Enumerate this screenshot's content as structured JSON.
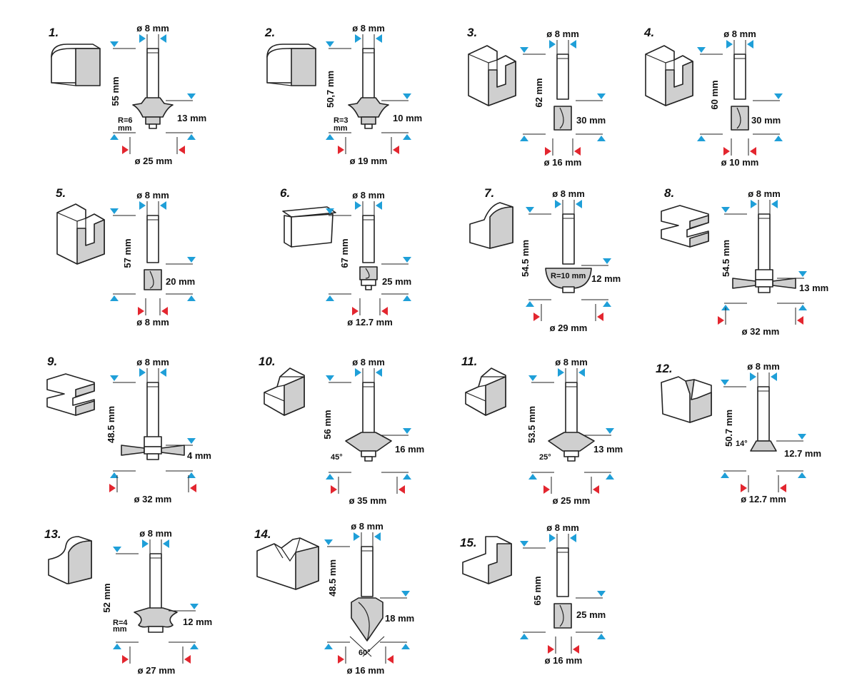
{
  "colors": {
    "blue_arrow": "#1f9fd8",
    "red_arrow": "#e3262f",
    "steel": "#cfcfcf"
  },
  "bits": [
    {
      "number": "1.",
      "shank": "ø 8 mm",
      "height": "55 mm",
      "cut": "13 mm",
      "diameter": "ø 25 mm",
      "extra": [
        "R=6",
        "mm"
      ]
    },
    {
      "number": "2.",
      "shank": "ø 8 mm",
      "height": "50,7 mm",
      "cut": "10 mm",
      "diameter": "ø 19 mm",
      "extra": [
        "R=3",
        "mm"
      ]
    },
    {
      "number": "3.",
      "shank": "ø 8 mm",
      "height": "62 mm",
      "cut": "30 mm",
      "diameter": "ø 16 mm",
      "extra": []
    },
    {
      "number": "4.",
      "shank": "ø 8 mm",
      "height": "60 mm",
      "cut": "30 mm",
      "diameter": "ø 10 mm",
      "extra": []
    },
    {
      "number": "5.",
      "shank": "ø 8 mm",
      "height": "57 mm",
      "cut": "20 mm",
      "diameter": "ø 8 mm",
      "extra": []
    },
    {
      "number": "6.",
      "shank": "ø 8 mm",
      "height": "67 mm",
      "cut": "25 mm",
      "diameter": "ø 12.7 mm",
      "extra": []
    },
    {
      "number": "7.",
      "shank": "ø 8 mm",
      "height": "54.5 mm",
      "cut": "12 mm",
      "diameter": "ø 29 mm",
      "extra": [
        "R=10 mm"
      ]
    },
    {
      "number": "8.",
      "shank": "ø 8 mm",
      "height": "54.5 mm",
      "cut": "13 mm",
      "diameter": "ø 32 mm",
      "extra": []
    },
    {
      "number": "9.",
      "shank": "ø 8 mm",
      "height": "48.5 mm",
      "cut": "4 mm",
      "diameter": "ø 32 mm",
      "extra": []
    },
    {
      "number": "10.",
      "shank": "ø 8 mm",
      "height": "56 mm",
      "cut": "16 mm",
      "diameter": "ø 35 mm",
      "extra": [
        "45°"
      ]
    },
    {
      "number": "11.",
      "shank": "ø 8 mm",
      "height": "53.5 mm",
      "cut": "13 mm",
      "diameter": "ø 25 mm",
      "extra": [
        "25°"
      ]
    },
    {
      "number": "12.",
      "shank": "ø 8 mm",
      "height": "50.7 mm",
      "cut": "12.7 mm",
      "diameter": "ø 12.7 mm",
      "extra": [
        "14°"
      ]
    },
    {
      "number": "13.",
      "shank": "ø 8 mm",
      "height": "52 mm",
      "cut": "12 mm",
      "diameter": "ø 27 mm",
      "extra": [
        "R=4",
        "mm"
      ]
    },
    {
      "number": "14.",
      "shank": "ø 8 mm",
      "height": "48.5 mm",
      "cut": "18 mm",
      "diameter": "ø 16 mm",
      "extra": [
        "60°"
      ]
    },
    {
      "number": "15.",
      "shank": "ø 8 mm",
      "height": "65 mm",
      "cut": "25 mm",
      "diameter": "ø 16 mm",
      "extra": []
    }
  ]
}
